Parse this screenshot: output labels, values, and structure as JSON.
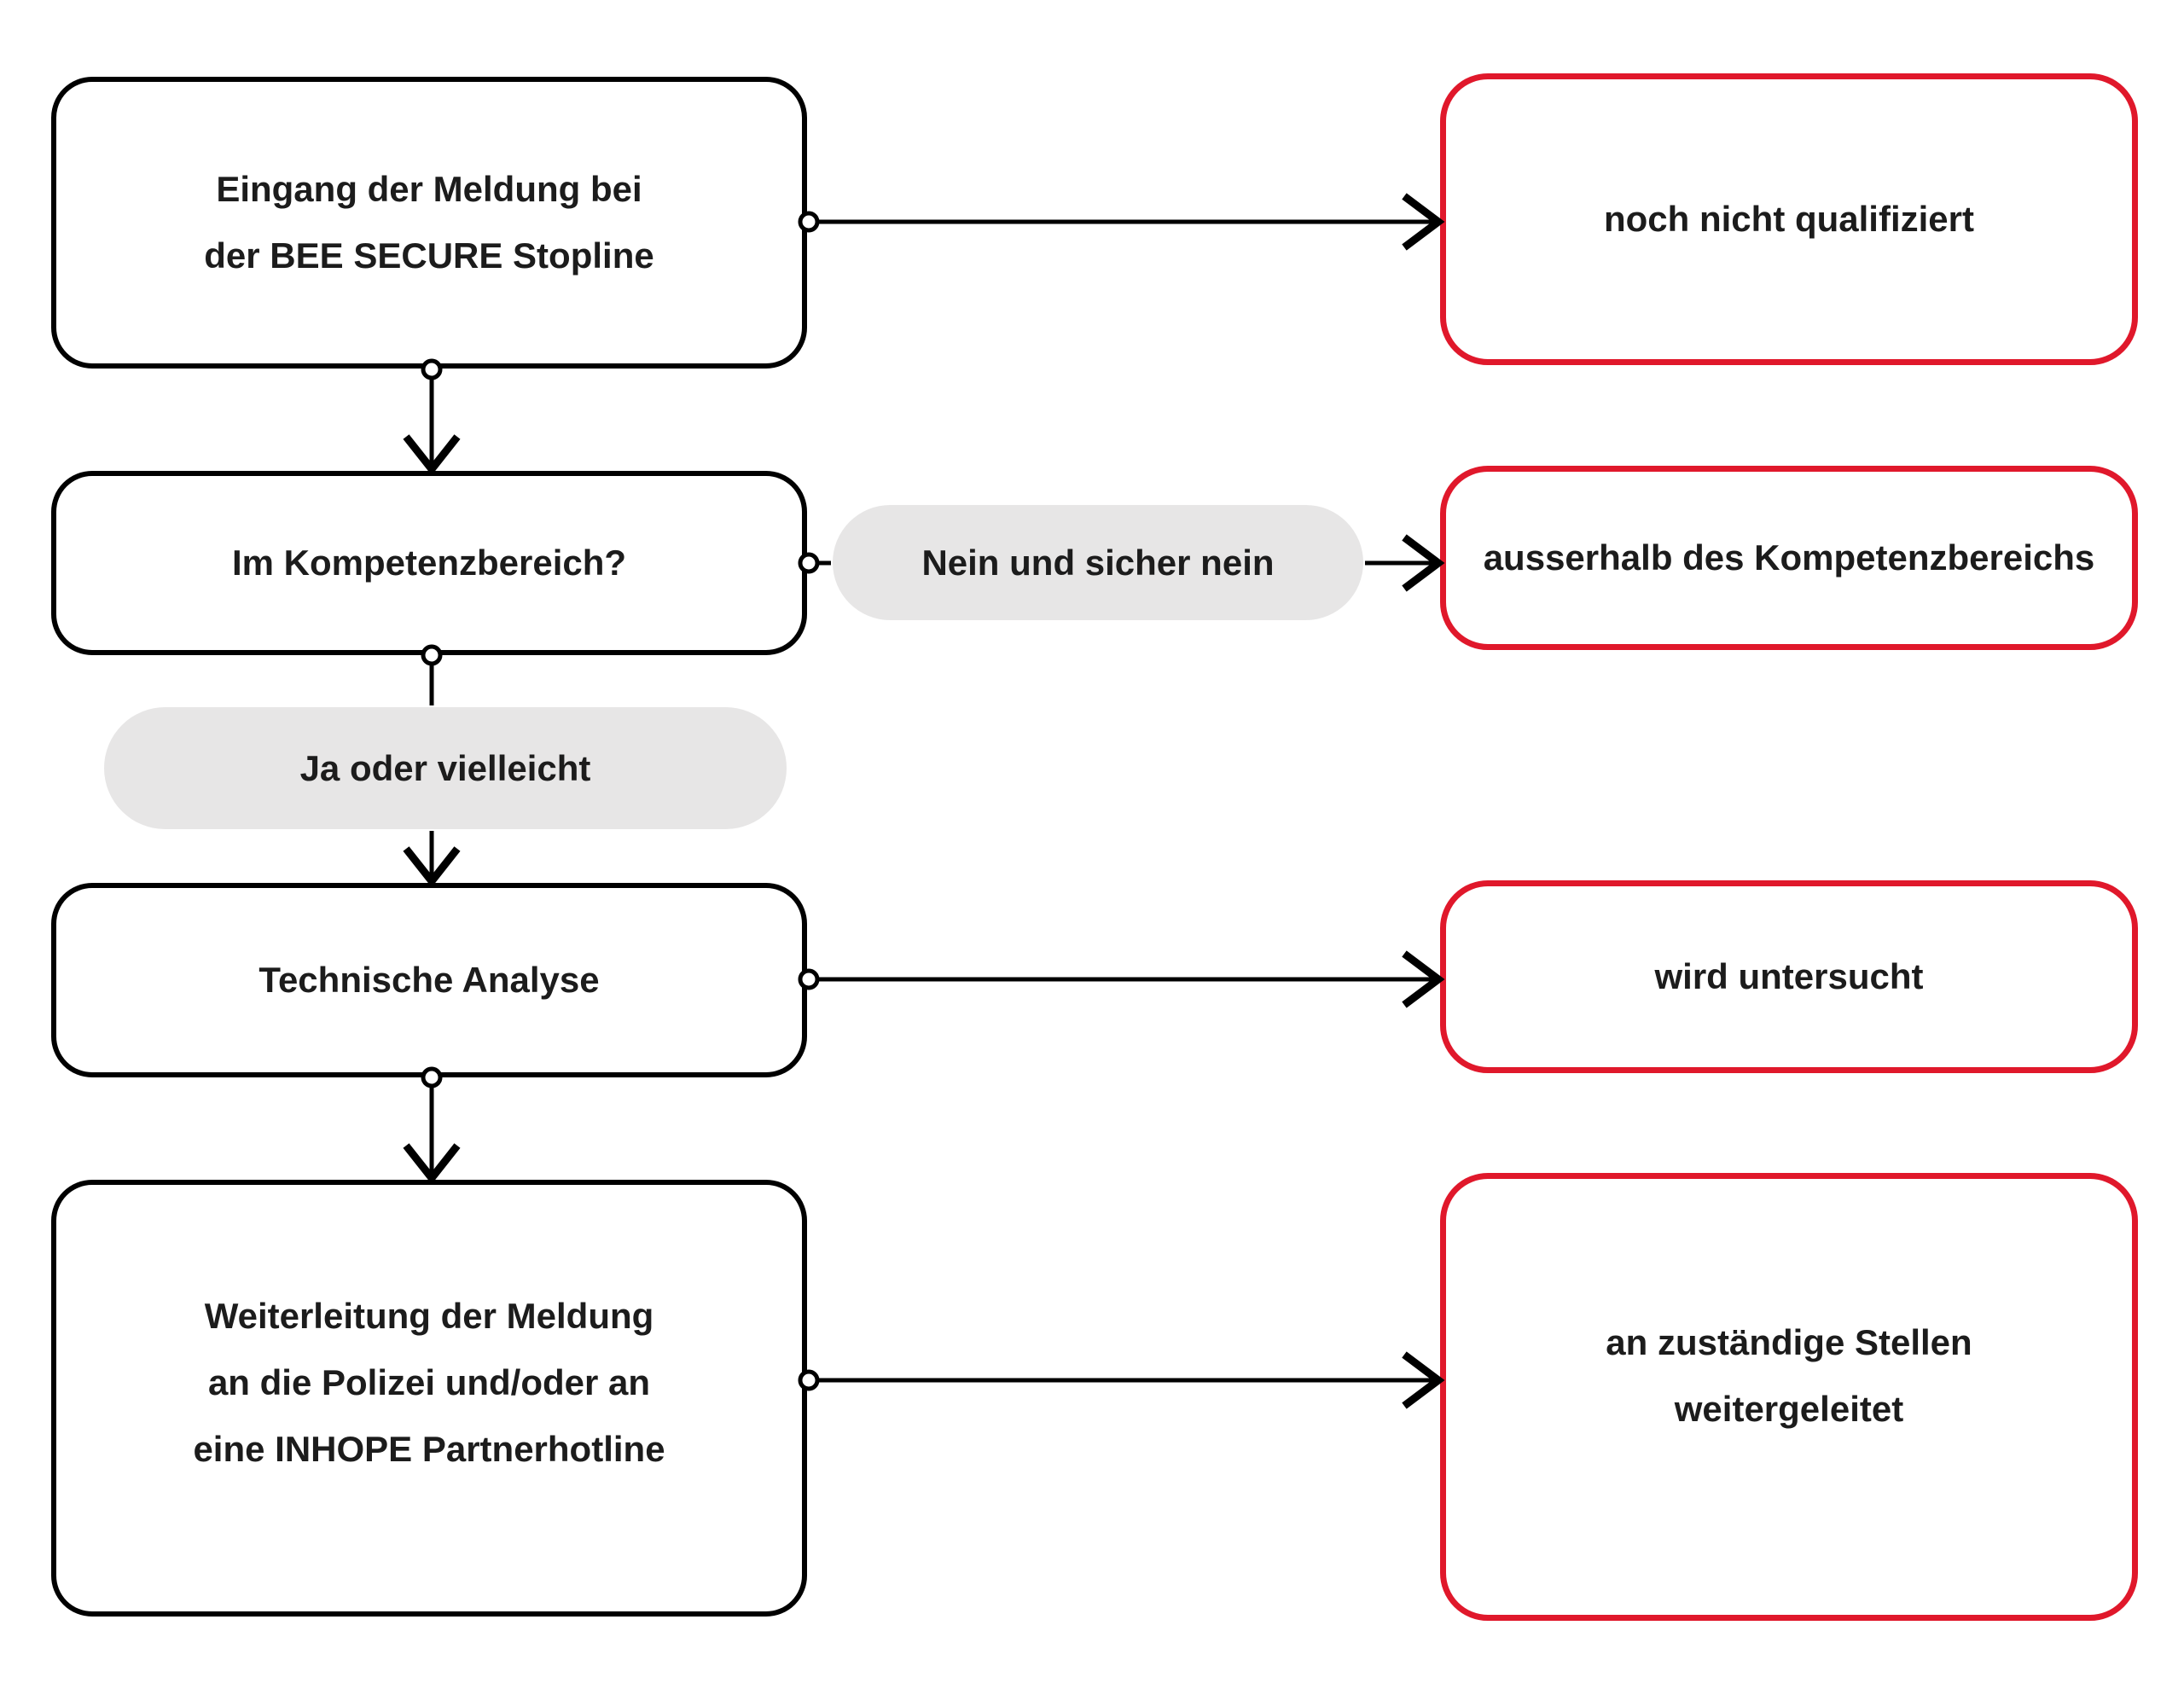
{
  "flowchart": {
    "process_nodes": {
      "start": {
        "label": "Eingang der Meldung bei\nder BEE SECURE Stopline"
      },
      "competence_check": {
        "label": "Im Kompetenzbereich?"
      },
      "technical_analysis": {
        "label": "Technische Analyse"
      },
      "forwarding": {
        "label": "Weiterleitung der Meldung\nan die Polizei und/oder an\neine INHOPE Partnerhotline"
      }
    },
    "status_nodes": {
      "not_yet_qualified": {
        "label": "noch nicht qualifiziert"
      },
      "outside_competence": {
        "label": "ausserhalb des Kompetenzbereichs"
      },
      "under_investigation": {
        "label": "wird untersucht"
      },
      "forwarded": {
        "label": "an zuständige Stellen\nweitergeleitet"
      }
    },
    "decision_labels": {
      "no": {
        "label": "Nein und sicher nein"
      },
      "yes": {
        "label": "Ja oder vielleicht"
      }
    },
    "connections": [
      {
        "from": "start",
        "to": "not_yet_qualified"
      },
      {
        "from": "start",
        "to": "competence_check"
      },
      {
        "from": "competence_check",
        "via": "no",
        "to": "outside_competence"
      },
      {
        "from": "competence_check",
        "via": "yes",
        "to": "technical_analysis"
      },
      {
        "from": "technical_analysis",
        "to": "under_investigation"
      },
      {
        "from": "technical_analysis",
        "to": "forwarding"
      },
      {
        "from": "forwarding",
        "to": "forwarded"
      }
    ]
  },
  "colors": {
    "process_border": "#000000",
    "status_border": "#e0182b",
    "label_bg": "#e7e6e6",
    "text": "#1c1c1c",
    "connector": "#000000",
    "canvas_bg": "#ffffff"
  }
}
